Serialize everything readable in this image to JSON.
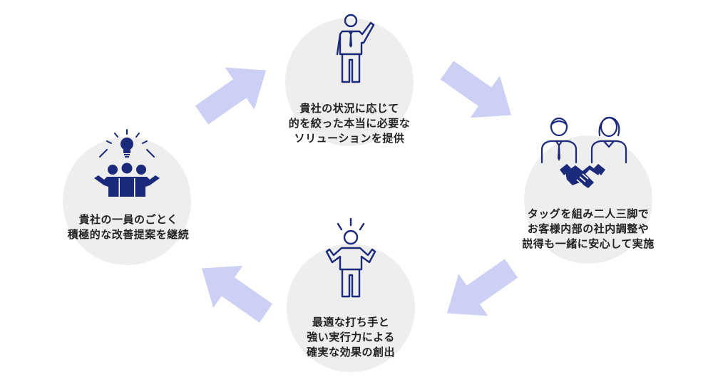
{
  "diagram": {
    "colors": {
      "arrow": "#ccd0f5",
      "circle": "#eeeeee",
      "icon": "#1b2a7a",
      "text": "#222222"
    },
    "nodes": [
      {
        "id": "top",
        "icon": "presenter-icon",
        "lines": [
          "貴社の状況に応じて",
          "的を絞った本当に必要な",
          "ソリューションを提供"
        ]
      },
      {
        "id": "right",
        "icon": "handshake-icon",
        "lines": [
          "タッグを組み二人三脚で",
          "お客様内部の社内調整や",
          "説得も一緒に安心して実施"
        ]
      },
      {
        "id": "bottom",
        "icon": "confident-person-icon",
        "lines": [
          "最適な打ち手と",
          "強い実行力による",
          "確実な効果の創出"
        ]
      },
      {
        "id": "left",
        "icon": "team-idea-icon",
        "lines": [
          "貴社の一員のごとく",
          "積極的な改善提案を継続"
        ]
      }
    ]
  }
}
